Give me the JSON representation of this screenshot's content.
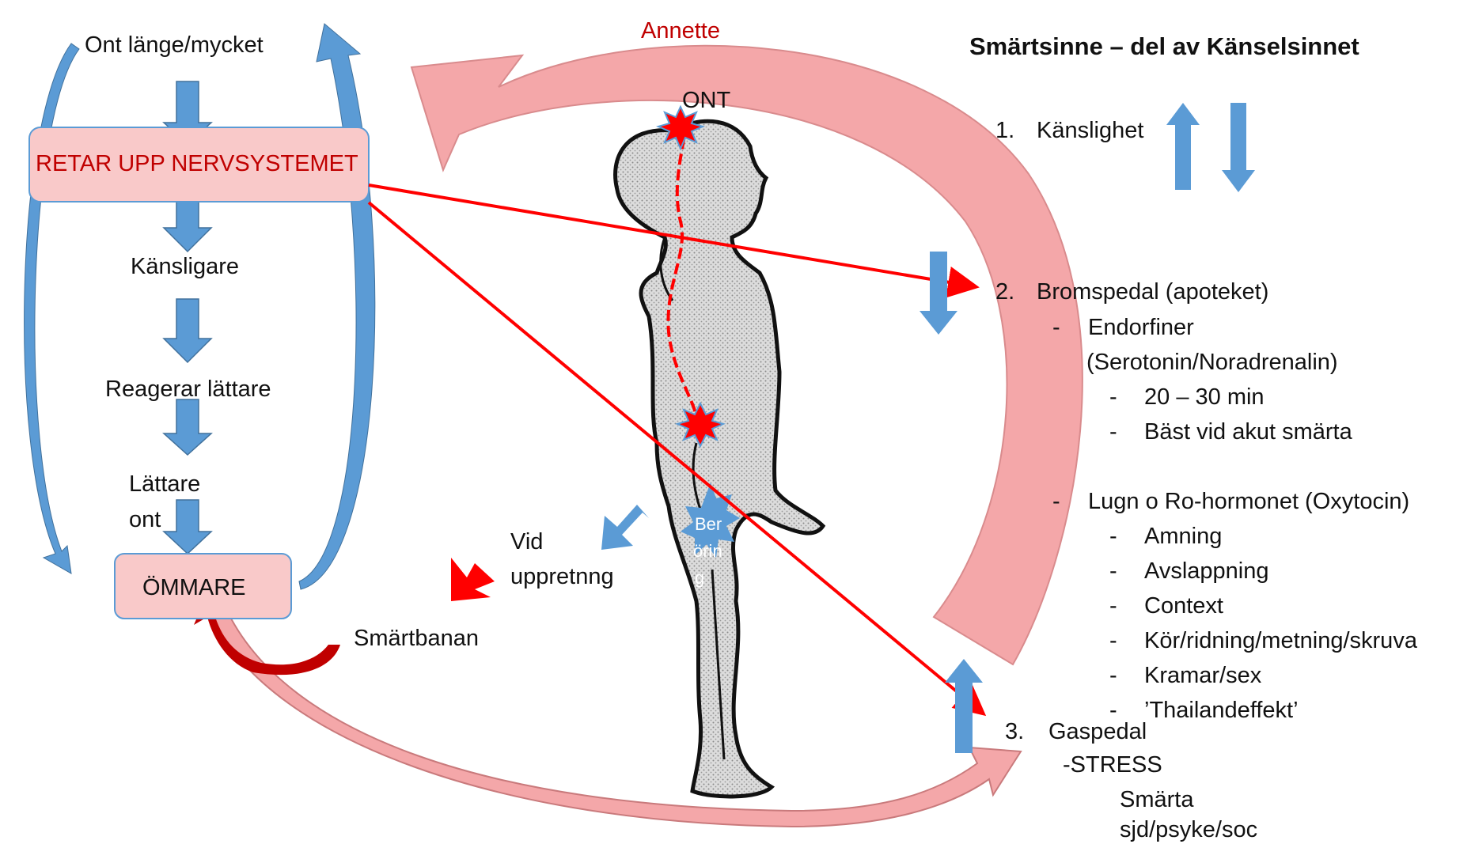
{
  "left_flow": {
    "top": "Ont länge/mycket",
    "box1": "RETAR UPP NERVSYSTEMET",
    "step2": "Känsligare",
    "step3": "Reagerar lättare",
    "step4_line1": "Lättare",
    "step4_line2": "ont",
    "box2": "ÖMMARE"
  },
  "center": {
    "annette": "Annette",
    "ont": "ONT",
    "vid": "Vid",
    "uppretning": "uppretnng",
    "smartbanan": "Smärtbanan",
    "beroring_1": "Ber",
    "beroring_2": "örin",
    "beroring_3": "g"
  },
  "right": {
    "title": "Smärtsinne – del av Känselsinnet",
    "item1_num": "1.",
    "item1": "Känslighet",
    "item2_num": "2.",
    "item2": "Bromspedal (apoteket)",
    "dash": "-",
    "endorfiner": "Endorfiner",
    "serotonin": "(Serotonin/Noradrenalin)",
    "time": "20 – 30 min",
    "best": "Bäst vid akut smärta",
    "lugn": "Lugn o Ro-hormonet (Oxytocin)",
    "amning": "Amning",
    "avslappning": "Avslappning",
    "context": "Context",
    "kor": "Kör/ridning/metning/skruva",
    "kramar": "Kramar/sex",
    "thai": "’Thailandeffekt’",
    "item3_num": "3.",
    "item3": "Gaspedal",
    "stress": "-STRESS",
    "smarta": "Smärta",
    "sjd": "sjd/psyke/soc"
  },
  "colors": {
    "blue_arrow": "#5b9bd5",
    "pink_fill": "#f4a7a9",
    "pink_box": "#f9c9c9",
    "red_line": "#ff0000",
    "dark_red": "#c00000"
  },
  "icons": {
    "pain": "starburst-icon",
    "body": "human-figure-icon"
  }
}
